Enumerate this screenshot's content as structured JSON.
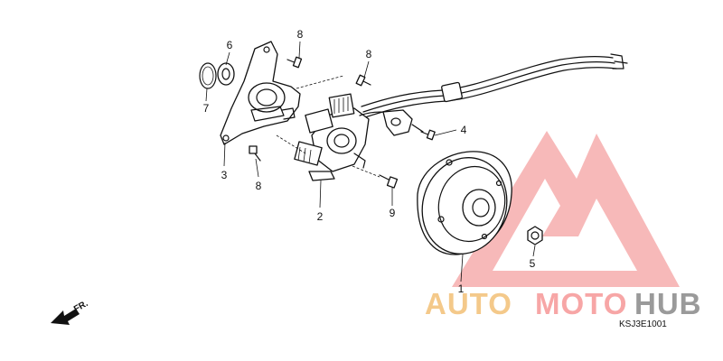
{
  "diagram": {
    "parts": [
      {
        "id": "p1",
        "label": "1"
      },
      {
        "id": "p2",
        "label": "2"
      },
      {
        "id": "p3",
        "label": "3"
      },
      {
        "id": "p4",
        "label": "4"
      },
      {
        "id": "p5",
        "label": "5"
      },
      {
        "id": "p6",
        "label": "6"
      },
      {
        "id": "p7",
        "label": "7"
      },
      {
        "id": "p8a",
        "label": "8"
      },
      {
        "id": "p8b",
        "label": "8"
      },
      {
        "id": "p8c",
        "label": "8"
      },
      {
        "id": "p9",
        "label": "9"
      }
    ],
    "diagram_code": "KSJ3E1001",
    "direction_label": "FR."
  },
  "watermark": {
    "part1": "AUTO",
    "part2": "MOTO",
    "part3": "HUB",
    "colors": {
      "auto": "#f4c98a",
      "moto": "#f7a6a6",
      "hub": "#9a9a9a",
      "logo": "#f28b8b"
    }
  }
}
